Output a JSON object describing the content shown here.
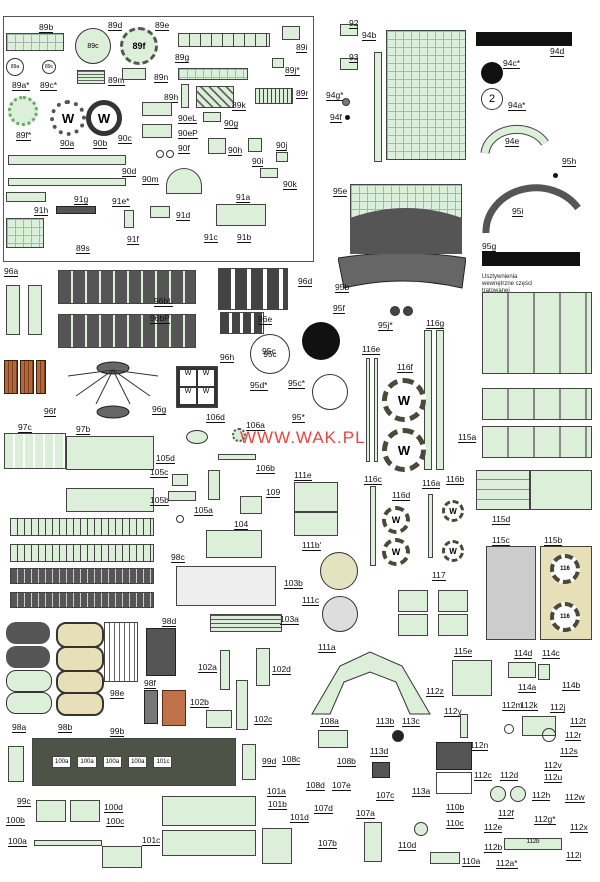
{
  "watermark": "WWW.WAK.PL",
  "note_text": "Usztywnienia wewnętrzne części tratowanej",
  "labels": {
    "l89b": "89b",
    "l89d": "89d",
    "l89e": "89e",
    "l89a": "89a*",
    "l89c": "89c*",
    "l89m": "89m",
    "l89n": "89n",
    "l89g": "89g",
    "l89i": "89i",
    "l89j": "89j*",
    "l89h": "89h",
    "l89k": "89k",
    "l89r": "89r",
    "l89f": "89f*",
    "l90a": "90a",
    "l90b": "90b",
    "l90c": "90c",
    "l90eL": "90eL",
    "l90eP": "90eP",
    "l90g": "90g",
    "l90f": "90f",
    "l90h": "90h",
    "l90i": "90i",
    "l90j": "90j",
    "l90m": "90m",
    "l90d": "90d",
    "l90k": "90k",
    "l91h": "91h",
    "l91g": "91g",
    "l91e": "91e*",
    "l91f": "91f",
    "l91d": "91d",
    "l91a": "91a",
    "l91c": "91c",
    "l91b": "91b",
    "l89s": "89s",
    "l92": "92",
    "l93": "93",
    "l94b": "94b",
    "l94d": "94d",
    "l94c": "94c*",
    "l94g": "94g*",
    "l94f": "94f",
    "l94a": "94a*",
    "l94e": "94e",
    "l95h": "95h",
    "l95i": "95i",
    "l95e": "95e",
    "l95g": "95g",
    "l95b": "95b",
    "l96a": "96a",
    "l96bL": "96bL",
    "l96bP": "96bP",
    "l96d": "96d",
    "l96e": "96e",
    "l95f": "95f",
    "l95j": "95j*",
    "l116g": "116g",
    "l96h": "96h",
    "l95c": "95c",
    "l95d": "95d*",
    "l95cc": "95c*",
    "l116e": "116e",
    "l116f": "116f",
    "l96f": "96f",
    "l96g": "96g",
    "l95": "95*",
    "l97c": "97c",
    "l97b": "97b",
    "l106d": "106d",
    "l106a": "106a",
    "l105d": "105d",
    "l106b": "106b",
    "l105c": "105c",
    "l111e": "111e",
    "l105b": "105b",
    "l109": "109",
    "l105a": "105a",
    "l104": "104",
    "l116c": "116c",
    "l116a": "116a",
    "l116b": "116b",
    "l116d": "116d",
    "l115a": "115a",
    "l115d": "115d",
    "l98c": "98c",
    "l103b": "103b",
    "l111b": "111b'",
    "l115c": "115c",
    "l115b": "115b",
    "l117": "117",
    "l111c": "111c",
    "l103a": "103a",
    "l98d": "98d",
    "l102a": "102a",
    "l102d": "102d",
    "l111a": "111a",
    "l115e": "115e",
    "l114d": "114d",
    "l114c": "114c",
    "l114a": "114a",
    "l114b": "114b",
    "l98e": "98e",
    "l98f": "98f",
    "l102b": "102b",
    "l102c": "102c",
    "l112z": "112z",
    "l112y": "112y",
    "l112m": "112m",
    "l112k": "112k",
    "l112j": "112j",
    "l112t": "112t",
    "l112r": "112r",
    "l112n": "112n",
    "l112s": "112s",
    "l98a": "98a",
    "l98b": "98b",
    "l99b": "99b",
    "l108a": "108a",
    "l113b": "113b",
    "l113c": "113c",
    "l108c": "108c",
    "l108b": "108b",
    "l113d": "113d",
    "l99d": "99d",
    "l107e": "107e",
    "l112v": "112v",
    "l112u": "112u",
    "l99c": "99c",
    "l108d": "108d",
    "l101a": "101a",
    "l101b": "101b",
    "l107d": "107d",
    "l107a": "107a",
    "l107c": "107c",
    "l113a": "113a",
    "l112c": "112c",
    "l112d": "112d",
    "l112h": "112h",
    "l112w": "112w",
    "l100b": "100b",
    "l100d": "100d",
    "l100c": "100c",
    "l101d": "101d",
    "l110b": "110b",
    "l110c": "110c",
    "l112f": "112f",
    "l112g": "112g*",
    "l112x": "112x",
    "l112e": "112e",
    "l100a": "100a",
    "l101c": "101c",
    "l107b": "107b",
    "l110d": "110d",
    "l110a": "110a",
    "l112b": "112b",
    "l112a": "112a*",
    "l112i": "112i"
  },
  "texts": {
    "w": "W",
    "part_89c": "89c",
    "part_89f": "89f",
    "part_2": "2",
    "part_95c_inner": "95c",
    "cell_100a": "100a",
    "cell_101c": "101c",
    "part_112b": "112b",
    "part_110": "110c",
    "part_116": "116",
    "part_89": "89"
  },
  "colors": {
    "part_fill": "#dcefd8",
    "dark": "#555555",
    "watermark": "#e8453c"
  }
}
